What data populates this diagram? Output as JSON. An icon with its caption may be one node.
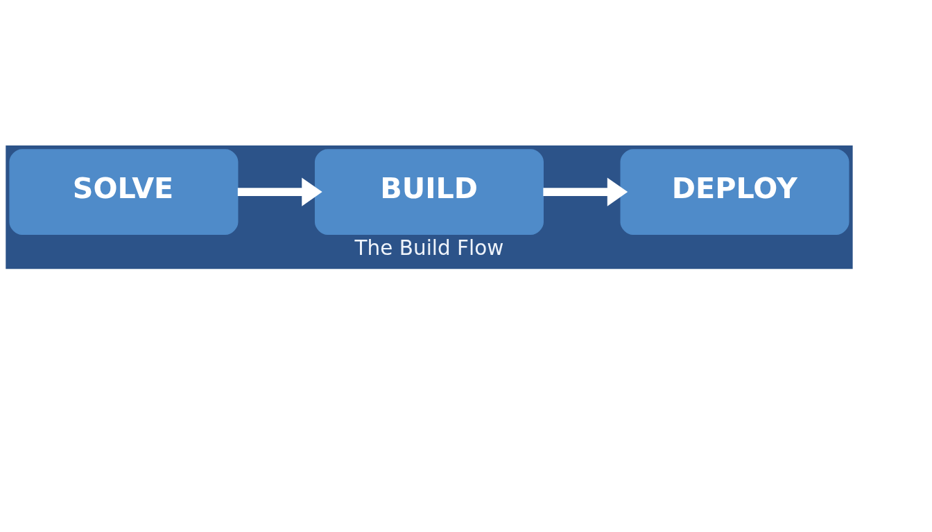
{
  "diagram": {
    "caption": "The Build Flow",
    "nodes": [
      {
        "text": [
          "SOLVE"
        ]
      },
      {
        "text": [
          "BUILD"
        ]
      },
      {
        "text": [
          "DEPLOY"
        ]
      }
    ],
    "edges": [
      {
        "from": 0,
        "to": 1,
        "arrow": "to"
      },
      {
        "from": 1,
        "to": 2,
        "arrow": "to"
      }
    ]
  }
}
